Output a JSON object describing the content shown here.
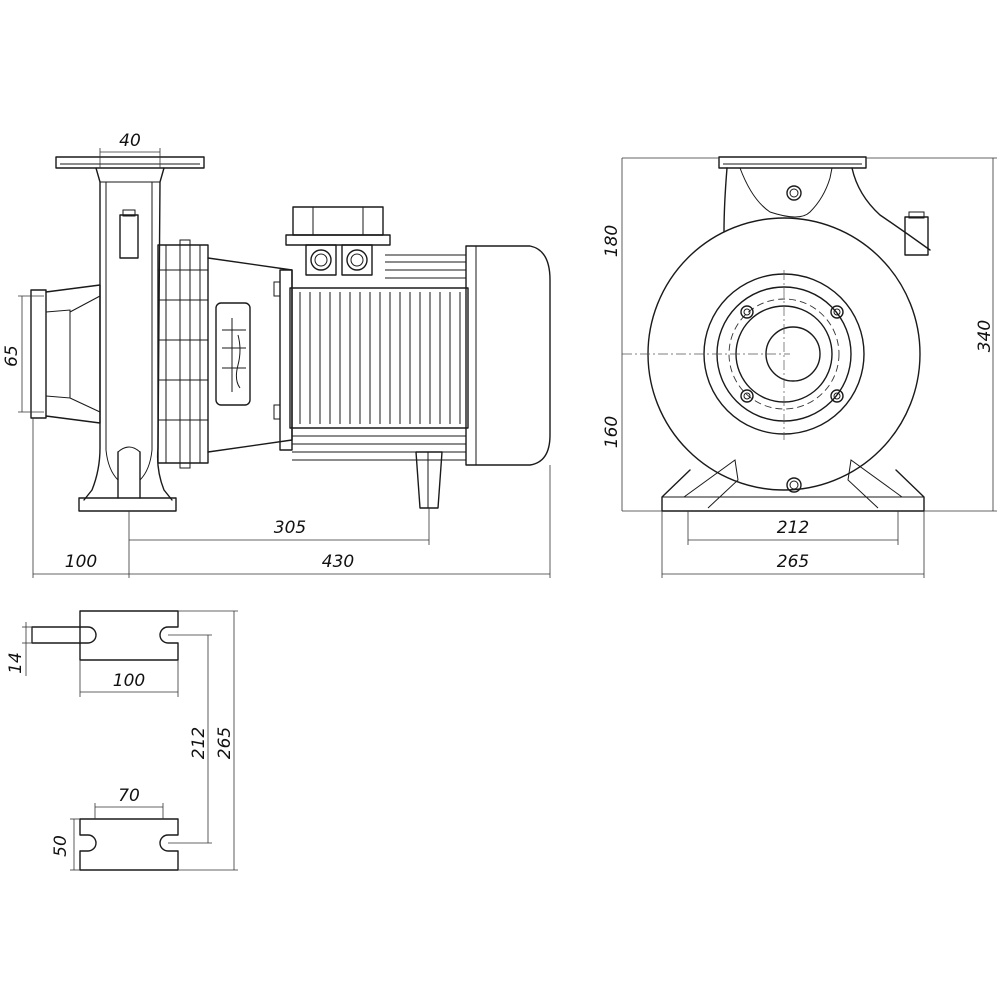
{
  "side_view": {
    "dims": {
      "outlet_width": "40",
      "inlet_height": "65",
      "foot_to_motor_foot": "305",
      "inlet_to_foot": "100",
      "overall_length": "430"
    }
  },
  "front_view": {
    "dims": {
      "top_height": "180",
      "bottom_height": "160",
      "total_height": "340",
      "bolt_spacing": "212",
      "base_width": "265"
    }
  },
  "base_plates": {
    "dims": {
      "slot_width": "14",
      "plate_length": "100",
      "inner_spacing": "212",
      "outer_spacing": "265",
      "lower_plate_length": "70",
      "lower_plate_height": "50"
    }
  },
  "colors": {
    "line": "#1a1a1a",
    "background": "#ffffff"
  }
}
